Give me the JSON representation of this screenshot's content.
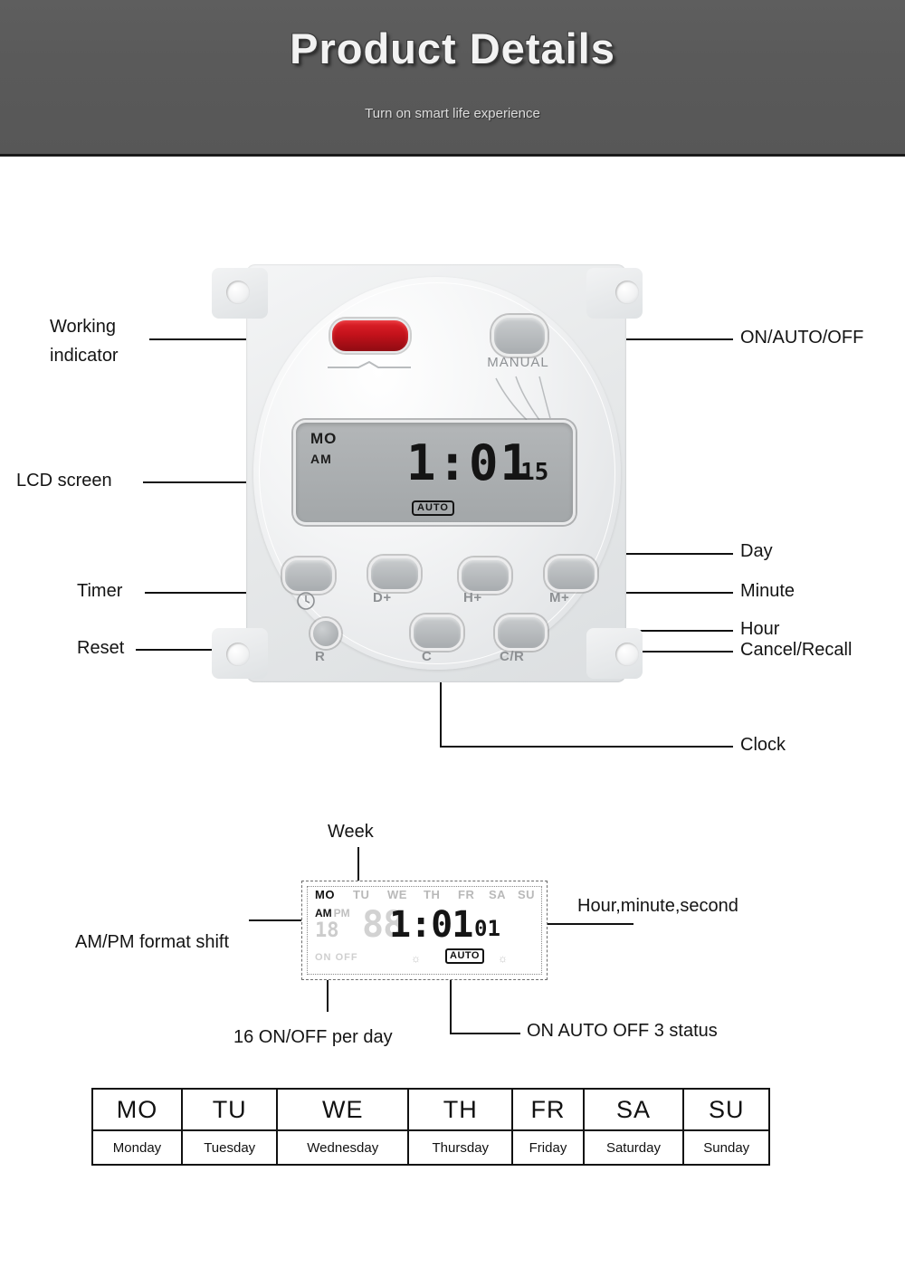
{
  "header": {
    "title": "Product Details",
    "subtitle": "Turn on smart life experience",
    "bg_color": "#5a5a5a",
    "title_color": "#f2f2f2"
  },
  "device": {
    "led": {
      "name": "working-indicator",
      "color": "#c4121b"
    },
    "manual_button_label": "MANUAL",
    "lcd": {
      "weekday": "MO",
      "ampm": "AM",
      "time": "1:01",
      "seconds": "15",
      "status": "AUTO"
    },
    "buttons": [
      {
        "cap": "",
        "name": "timer-button"
      },
      {
        "cap": "D+",
        "name": "day-button"
      },
      {
        "cap": "H+",
        "name": "hour-button"
      },
      {
        "cap": "M+",
        "name": "minute-button"
      },
      {
        "cap": "R",
        "name": "reset-button"
      },
      {
        "cap": "C",
        "name": "clock-button"
      },
      {
        "cap": "C/R",
        "name": "cancel-recall-button"
      }
    ]
  },
  "callouts": {
    "left": [
      {
        "text": "Working",
        "name": "callout-working-indicator-line1"
      },
      {
        "text": "indicator",
        "name": "callout-working-indicator-line2"
      },
      {
        "text": "LCD screen",
        "name": "callout-lcd-screen"
      },
      {
        "text": "Timer",
        "name": "callout-timer"
      },
      {
        "text": "Reset",
        "name": "callout-reset"
      }
    ],
    "right": [
      {
        "text": "ON/AUTO/OFF",
        "name": "callout-on-auto-off"
      },
      {
        "text": "Day",
        "name": "callout-day"
      },
      {
        "text": "Minute",
        "name": "callout-minute"
      },
      {
        "text": "Hour",
        "name": "callout-hour"
      },
      {
        "text": "Cancel/Recall",
        "name": "callout-cancel-recall"
      },
      {
        "text": "Clock",
        "name": "callout-clock"
      }
    ]
  },
  "lcd_diagram": {
    "callout_week": "Week",
    "callout_ampm": "AM/PM format shift",
    "callout_hms": "Hour,minute,second",
    "callout_onoff_count": "16 ON/OFF per day",
    "callout_status": "ON AUTO OFF 3 status",
    "weekdays": [
      "MO",
      "TU",
      "WE",
      "TH",
      "FR",
      "SA",
      "SU"
    ],
    "active_weekday": "MO",
    "ampm_active": "AM",
    "ampm_inactive": "PM",
    "program_number": "18",
    "time": "1:01",
    "seconds": "01",
    "dim_digits": "88",
    "on_label": "ON",
    "off_label": "OFF",
    "auto_label": "AUTO"
  },
  "day_table": {
    "abbr": [
      "MO",
      "TU",
      "WE",
      "TH",
      "FR",
      "SA",
      "SU"
    ],
    "full": [
      "Monday",
      "Tuesday",
      "Wednesday",
      "Thursday",
      "Friday",
      "Saturday",
      "Sunday"
    ]
  }
}
